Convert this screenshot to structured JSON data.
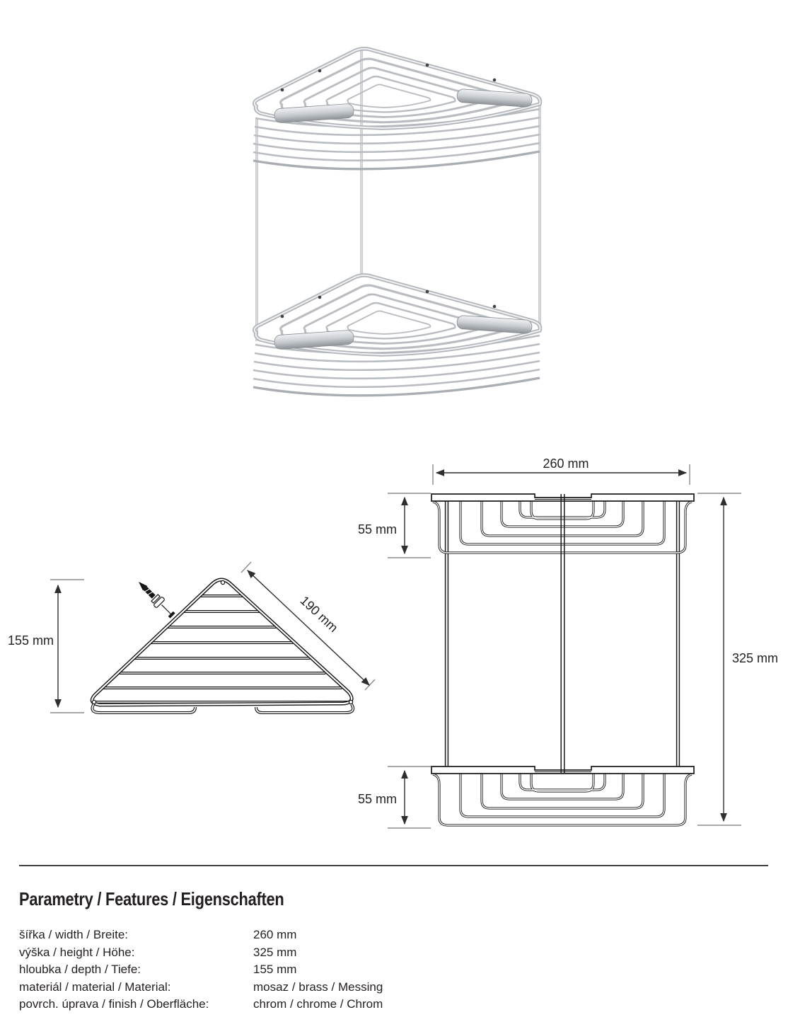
{
  "colors": {
    "background": "#ffffff",
    "ink": "#1b1b1b",
    "dim_line": "#2e2e2e",
    "tick_gray": "#8c8c8c",
    "text": "#231f20",
    "chrome_light": "#eef0f2",
    "chrome_mid": "#b5b9be",
    "chrome_dark": "#8f949a"
  },
  "photo": {
    "description": "Two-tier chrome corner wire basket product photo"
  },
  "drawings": {
    "top_view": {
      "depth_label": "155 mm",
      "edge_label": "190 mm"
    },
    "front_view": {
      "width_label": "260 mm",
      "top_basket_height_label": "55 mm",
      "bottom_basket_height_label": "55 mm",
      "total_height_label": "325 mm"
    }
  },
  "specs": {
    "title": "Parametry / Features / Eigenschaften",
    "rows": [
      {
        "label": "šířka / width / Breite:",
        "value": "260 mm"
      },
      {
        "label": "výška / height / Höhe:",
        "value": "325 mm"
      },
      {
        "label": "hloubka / depth / Tiefe:",
        "value": "155 mm"
      },
      {
        "label": "materiál / material / Material:",
        "value": "mosaz / brass / Messing"
      },
      {
        "label": "povrch. úprava / finish / Oberfläche:",
        "value": "chrom / chrome / Chrom"
      }
    ]
  }
}
